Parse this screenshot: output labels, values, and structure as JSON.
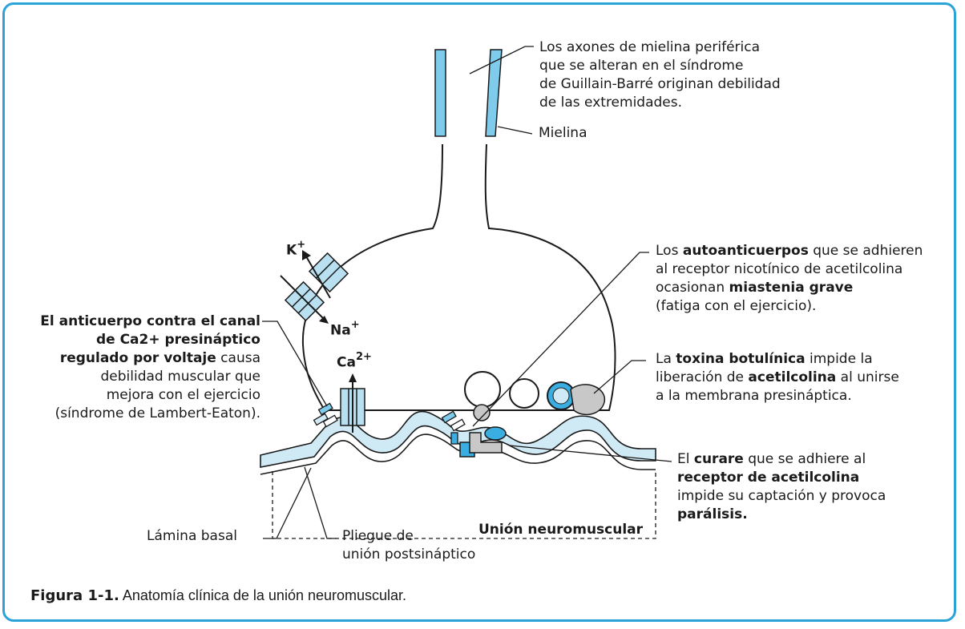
{
  "annotations": {
    "myelin_axons": [
      "Los axones de mielina periférica",
      "que se alteran en el síndrome",
      "de Guillain-Barré originan debilidad",
      "de las extremidades."
    ],
    "myelin": "Mielina",
    "autoantibodies": {
      "l1_pre": "Los ",
      "l1_bold": "autoanticuerpos",
      "l1_post": " que se adhieren",
      "l2": "al receptor nicotínico de acetilcolina",
      "l3_pre": "ocasionan ",
      "l3_bold": "miastenia grave",
      "l4": "(fatiga con el ejercicio)."
    },
    "botulinum": {
      "l1_pre": "La ",
      "l1_bold": "toxina botulínica",
      "l1_post": " impide la",
      "l2_pre": "liberación de ",
      "l2_bold": "acetilcolina",
      "l2_post": " al unirse",
      "l3": "a la membrana presináptica."
    },
    "curare": {
      "l1_pre": "El ",
      "l1_bold": "curare",
      "l1_post": " que se adhiere al",
      "l2_bold": "receptor de acetilcolina",
      "l3": "impide su captación y provoca",
      "l4_bold": "parálisis."
    },
    "calcium_antibody": {
      "l1_bold": "El anticuerpo contra el canal",
      "l2_bold": "de Ca2+ presináptico",
      "l3_bold": "regulado por voltaje",
      "l3_post": " causa",
      "l4": "debilidad muscular que",
      "l5": "mejora con el ejercicio",
      "l6": "(síndrome de Lambert-Eaton)."
    },
    "basal_lamina": "Lámina basal",
    "fold": [
      "Pliegue de",
      "unión postsináptico"
    ],
    "nmj": "Unión neuromuscular"
  },
  "ions": {
    "k": "K",
    "k_sup": "+",
    "na": "Na",
    "na_sup": "+",
    "ca": "Ca",
    "ca_sup": "2+"
  },
  "caption": {
    "label": "Figura 1-1.",
    "text": " Anatomía clínica de la unión neuromuscular."
  },
  "colors": {
    "accent": "#2aa3d8",
    "membrane_fill": "#cfe9f5",
    "channel_fill": "#b9e0f1",
    "receptor_blue": "#3aaee0",
    "toxin_gray": "#c8c8c8"
  }
}
